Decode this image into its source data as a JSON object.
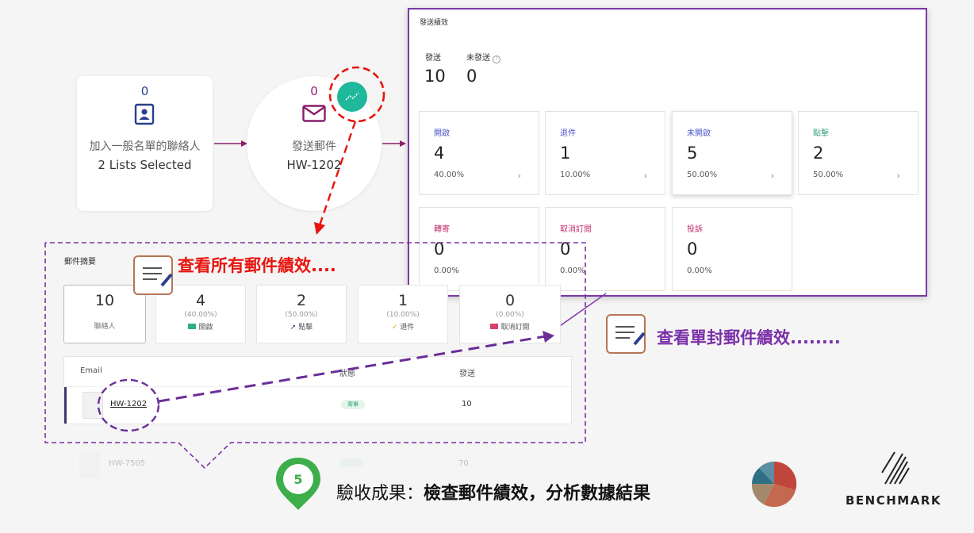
{
  "workflow": {
    "step1": {
      "count": "0",
      "title": "加入一般名單的聯絡人",
      "value": "2 Lists Selected"
    },
    "step2": {
      "count": "0",
      "title": "發送郵件",
      "value": "HW-1202"
    }
  },
  "perf": {
    "title": "發送績效",
    "sent_label": "發送",
    "sent_value": "10",
    "unsent_label": "未發送",
    "unsent_value": "0",
    "metrics": [
      {
        "label": "開啟",
        "value": "4",
        "pct": "40.00%",
        "arrow": "›",
        "color": "#4a55c8"
      },
      {
        "label": "退件",
        "value": "1",
        "pct": "10.00%",
        "arrow": "›",
        "color": "#4a55c8"
      },
      {
        "label": "未開啟",
        "value": "5",
        "pct": "50.00%",
        "arrow": "›",
        "color": "#4a55c8"
      },
      {
        "label": "點擊",
        "value": "2",
        "pct": "50.00%",
        "arrow": "›",
        "color": "#3aa37a"
      },
      {
        "label": "轉寄",
        "value": "0",
        "pct": "0.00%",
        "color": "#c0306b"
      },
      {
        "label": "取消訂閱",
        "value": "0",
        "pct": "0.00%",
        "color": "#c0306b"
      },
      {
        "label": "投訴",
        "value": "0",
        "pct": "0.00%",
        "color": "#c0306b"
      }
    ]
  },
  "summary": {
    "title": "郵件摘要",
    "cards": [
      {
        "value": "10",
        "pct": "",
        "label": "聯絡人"
      },
      {
        "value": "4",
        "pct": "(40.00%)",
        "label": "開啟"
      },
      {
        "value": "2",
        "pct": "(50.00%)",
        "label": "點擊"
      },
      {
        "value": "1",
        "pct": "(10.00%)",
        "label": "退件"
      },
      {
        "value": "0",
        "pct": "(0.00%)",
        "label": "取消訂閱"
      }
    ],
    "table": {
      "headers": [
        "Email",
        "狀態",
        "發送"
      ],
      "row": {
        "name": "HW-1202",
        "status": "寄畢",
        "sent": "10"
      },
      "ghost": {
        "name": "HW-7505",
        "sent": "70"
      }
    }
  },
  "annotations": {
    "all": "查看所有郵件績效....",
    "single": "查看單封郵件績效........"
  },
  "footer": {
    "step": "5",
    "text_prefix": "驗收成果：",
    "text_bold": "檢查郵件績效，分析數據結果",
    "brand": "BENCHMARK"
  },
  "colors": {
    "accent_purple": "#7b3aa6",
    "accent_red": "#e8140e",
    "teal": "#1fb89a",
    "green_pin": "#3dae4a"
  }
}
